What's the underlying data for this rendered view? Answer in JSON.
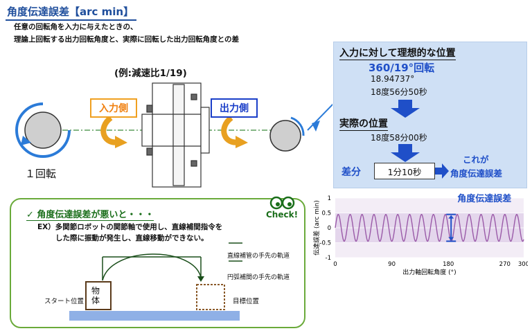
{
  "title": "角度伝達誤差【arc min】",
  "subtitle_lines": [
    "任意の回転角を入力に与えたときの、",
    "理論上回転する出力回転角度と、実際に回転した出力回転角度との差"
  ],
  "example_label": "(例:減速比1/19)",
  "input_side_label": "入力側",
  "output_side_label": "出力側",
  "one_rotation_label": "１回転",
  "panel": {
    "ideal_heading": "入力に対して理想的な位置",
    "ideal_value": "360/19°回転",
    "ideal_decimal": "18.94737°",
    "ideal_dms": "18度56分50秒",
    "actual_heading": "実際の位置",
    "actual_dms": "18度58分00秒",
    "diff_label": "差分",
    "diff_value": "1分10秒",
    "result_line1": "これが",
    "result_line2": "角度伝達誤差"
  },
  "check": {
    "heading": "✓ 角度伝達誤差が悪いと・・・",
    "desc_line1": "EX）多関節ロボットの関節軸で使用し、直線補間指令を",
    "desc_line2": "した際に振動が発生し、直線移動ができない。",
    "badge": "Check!",
    "legend_linear": "直線補管の手先の軌道",
    "legend_arc": "円弧補間の手先の軌道",
    "object_label": "物体",
    "start_label": "スタート位置",
    "target_label": "目標位置"
  },
  "chart_data": {
    "type": "line",
    "title": "",
    "xlabel": "出力軸回転角度 (°)",
    "ylabel": "伝達誤差 (arc min)",
    "xlim": [
      0,
      300
    ],
    "ylim": [
      -1,
      1
    ],
    "xticks": [
      0,
      90,
      180,
      270,
      300
    ],
    "yticks": [
      1,
      0.5,
      0,
      -0.5,
      -1
    ],
    "x_tick_labels": [
      "0",
      "90",
      "180",
      "270",
      "300"
    ],
    "y_tick_labels": [
      "1",
      "0.5",
      "0",
      "-0.5",
      "-1"
    ],
    "band": [
      -0.5,
      0.5
    ],
    "series": [
      {
        "amplitude": 0.45,
        "cycles": 19,
        "x_start": 0,
        "x_end": 300
      }
    ],
    "annotation": "角度伝達誤差",
    "colors": {
      "line": "#9a5aa8",
      "band": "#e4d6ec",
      "bg": "#f3edf6",
      "arrow": "#1f50c8"
    }
  }
}
